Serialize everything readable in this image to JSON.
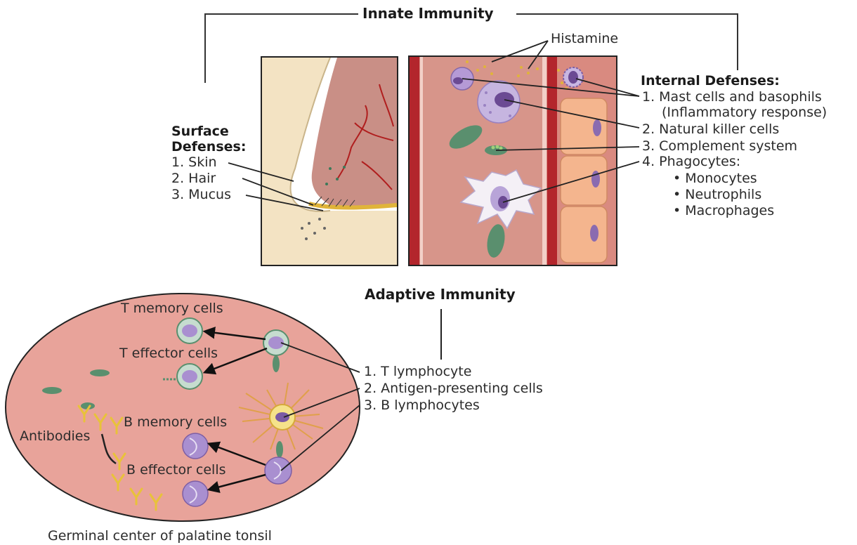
{
  "innate": {
    "title": "Innate Immunity",
    "histamine": "Histamine",
    "surface": {
      "title_line1": "Surface",
      "title_line2": "Defenses:",
      "items": [
        "1. Skin",
        "2. Hair",
        "3. Mucus"
      ]
    },
    "internal": {
      "title": "Internal Defenses:",
      "items": [
        "1. Mast cells and basophils",
        "(Inflammatory response)",
        "2. Natural killer cells",
        "3. Complement system",
        "4. Phagocytes:"
      ],
      "phagocytes": [
        "• Monocytes",
        "• Neutrophils",
        "• Macrophages"
      ]
    }
  },
  "adaptive": {
    "title": "Adaptive Immunity",
    "items": [
      "1. T lymphocyte",
      "2. Antigen-presenting cells",
      "3. B lymphocytes"
    ],
    "cell_labels": {
      "t_memory": "T memory cells",
      "t_effector": "T effector cells",
      "b_memory": "B memory cells",
      "b_effector": "B effector cells",
      "antibodies": "Antibodies"
    },
    "caption": "Germinal center of palatine tonsil"
  },
  "colors": {
    "tissue": "#e8a39a",
    "vessel": "#c0392b",
    "cell_purple": "#b59ad6",
    "cell_green": "#5a8f6e",
    "antibody": "#e8c23a"
  }
}
